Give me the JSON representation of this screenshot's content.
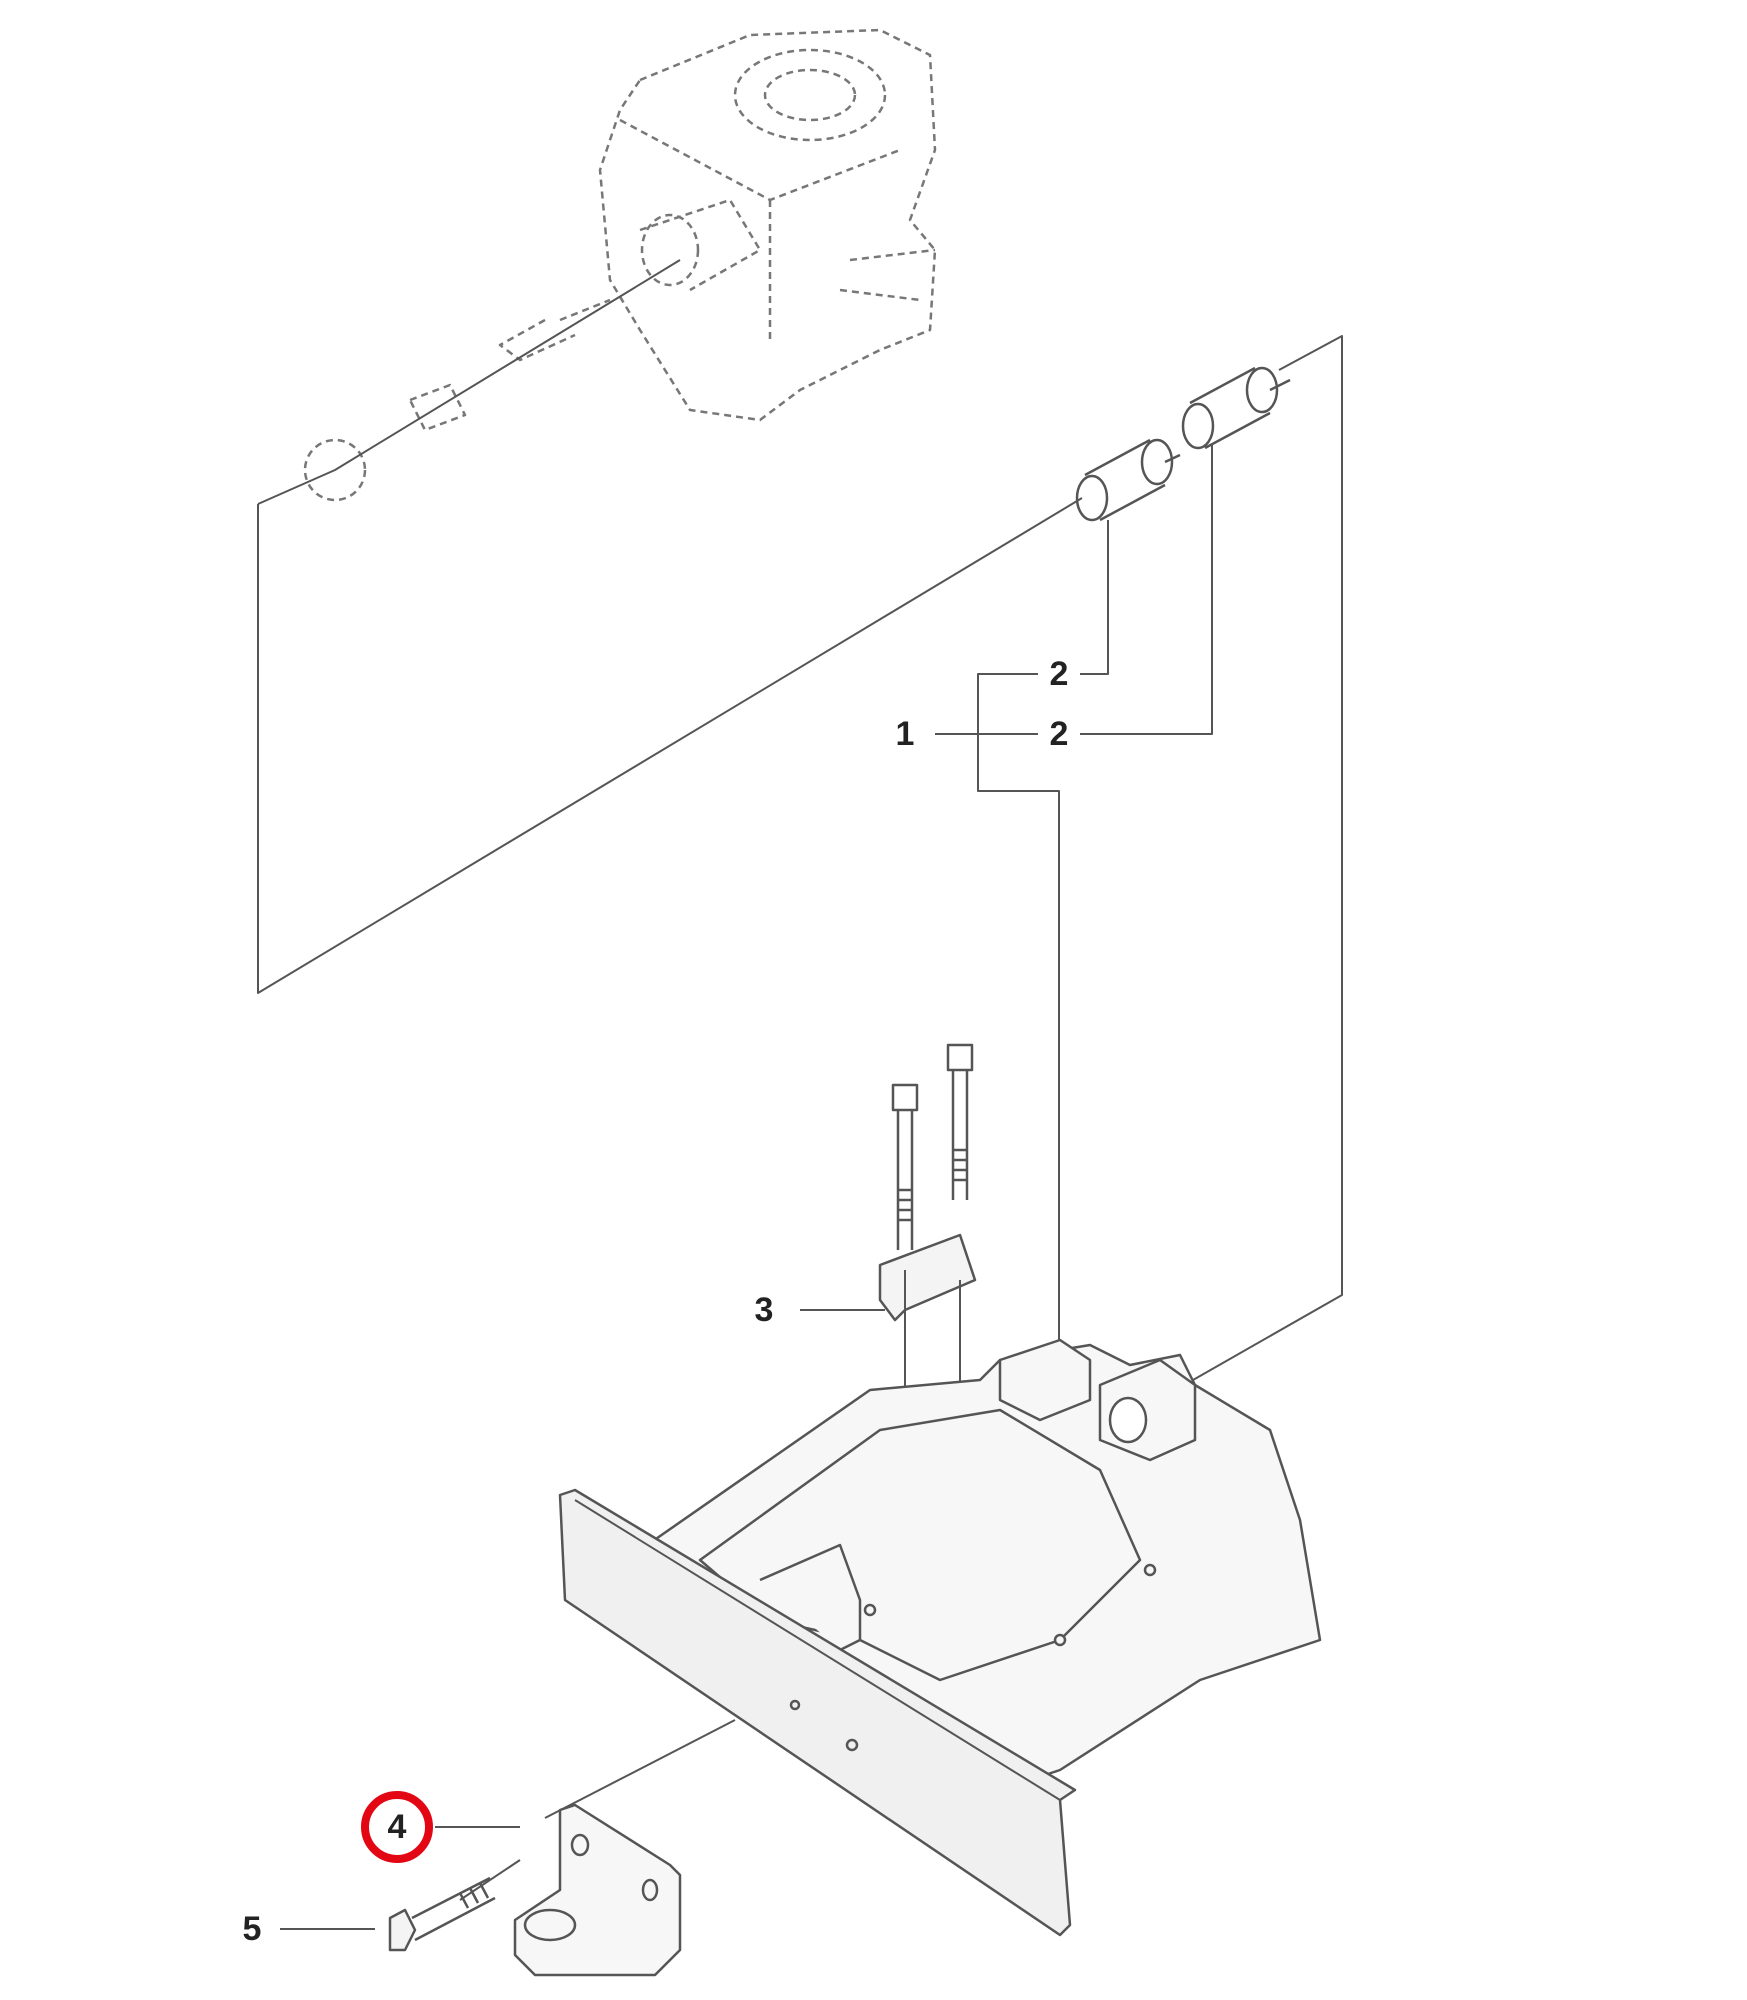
{
  "diagram": {
    "type": "exploded-parts-diagram",
    "highlight_color": "#e30613",
    "line_color": "#555555",
    "highlighted_part": "4",
    "callouts": [
      {
        "id": "c1",
        "text": "1"
      },
      {
        "id": "c2a",
        "text": "2"
      },
      {
        "id": "c2b",
        "text": "2"
      },
      {
        "id": "c3",
        "text": "3"
      },
      {
        "id": "c4",
        "text": "4"
      },
      {
        "id": "c5",
        "text": "5"
      }
    ]
  }
}
